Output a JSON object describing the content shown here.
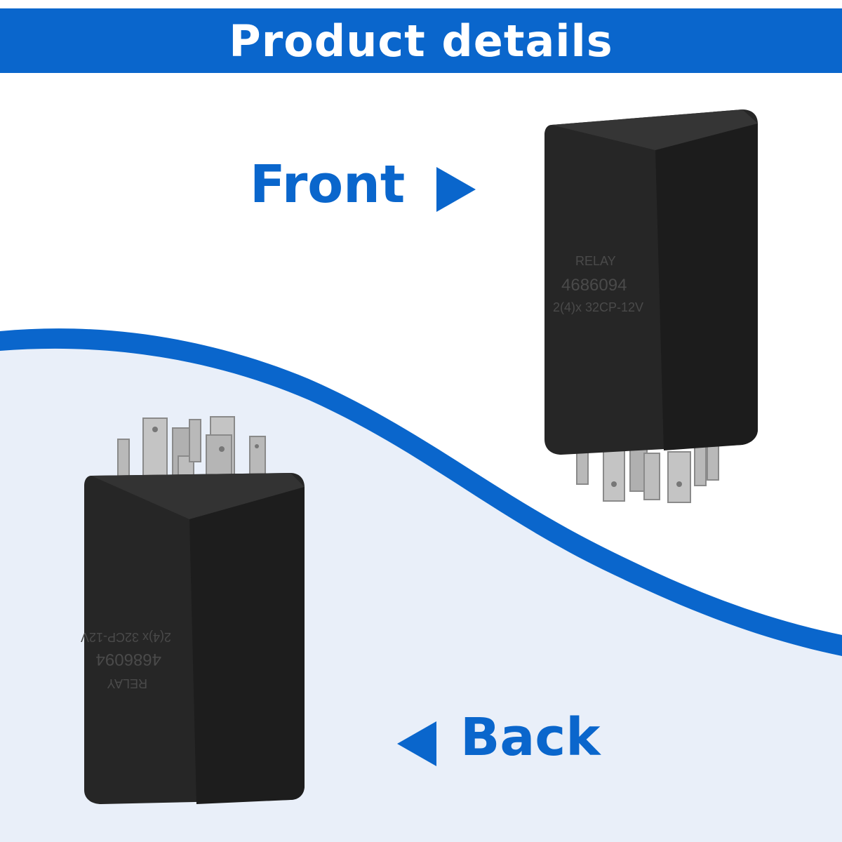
{
  "header": {
    "title": "Product details"
  },
  "labels": {
    "front": "Front",
    "back": "Back"
  },
  "relay_marking": {
    "line1": "RELAY",
    "line2": "4686094",
    "line3": "2(4)x 32CP-12V"
  },
  "icons": {
    "front_arrow": "triangle-right-icon",
    "back_arrow": "triangle-left-icon"
  },
  "colors": {
    "brand_blue": "#0a66cc",
    "header_bar": "#0a66cc",
    "lower_background": "#e9eff9",
    "relay_body": "#232323",
    "pin_metal": "#b9b9b9"
  }
}
